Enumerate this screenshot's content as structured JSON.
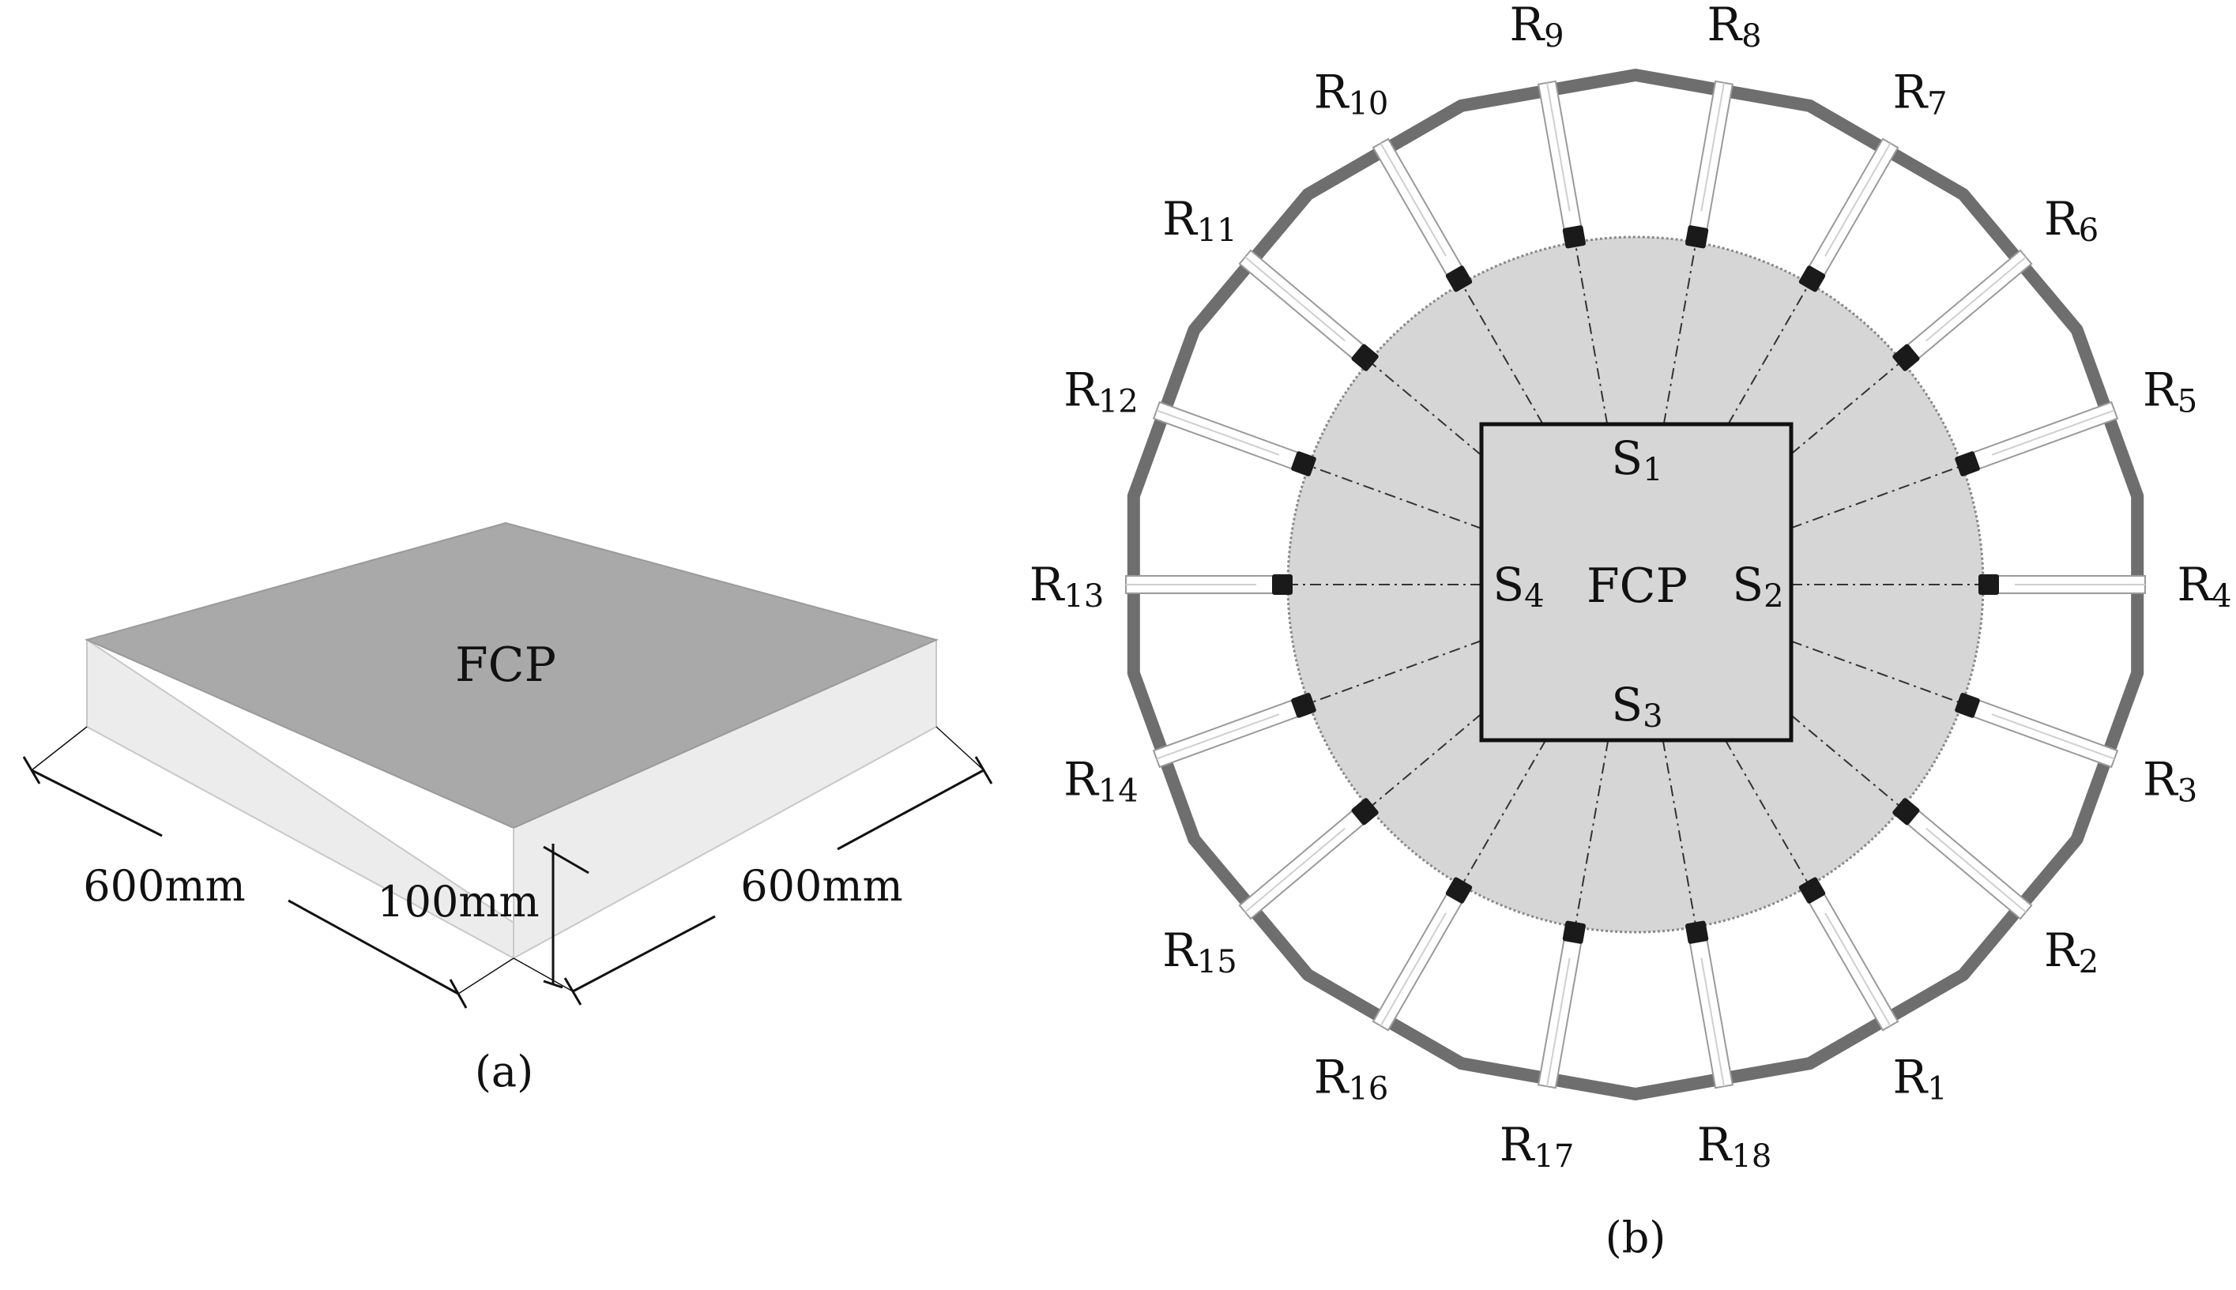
{
  "panel_a": {
    "block_label": "FCP",
    "dim_length": "600mm",
    "dim_height": "100mm",
    "dim_width": "600mm",
    "caption": "(a)"
  },
  "panel_b": {
    "center_label": "FCP",
    "caption": "(b)",
    "sources": [
      {
        "base": "S",
        "sub": "1"
      },
      {
        "base": "S",
        "sub": "2"
      },
      {
        "base": "S",
        "sub": "3"
      },
      {
        "base": "S",
        "sub": "4"
      }
    ],
    "receivers": [
      {
        "base": "R",
        "sub": "1"
      },
      {
        "base": "R",
        "sub": "2"
      },
      {
        "base": "R",
        "sub": "3"
      },
      {
        "base": "R",
        "sub": "4"
      },
      {
        "base": "R",
        "sub": "5"
      },
      {
        "base": "R",
        "sub": "6"
      },
      {
        "base": "R",
        "sub": "7"
      },
      {
        "base": "R",
        "sub": "8"
      },
      {
        "base": "R",
        "sub": "9"
      },
      {
        "base": "R",
        "sub": "10"
      },
      {
        "base": "R",
        "sub": "11"
      },
      {
        "base": "R",
        "sub": "12"
      },
      {
        "base": "R",
        "sub": "13"
      },
      {
        "base": "R",
        "sub": "14"
      },
      {
        "base": "R",
        "sub": "15"
      },
      {
        "base": "R",
        "sub": "16"
      },
      {
        "base": "R",
        "sub": "17"
      },
      {
        "base": "R",
        "sub": "18"
      }
    ]
  },
  "colors": {
    "top_face": "#a8a8a8",
    "side_face": "#efefef",
    "circle_fill": "#d6d6d6",
    "ring": "#6e6e6e",
    "sensor": "#1a1a1a"
  }
}
